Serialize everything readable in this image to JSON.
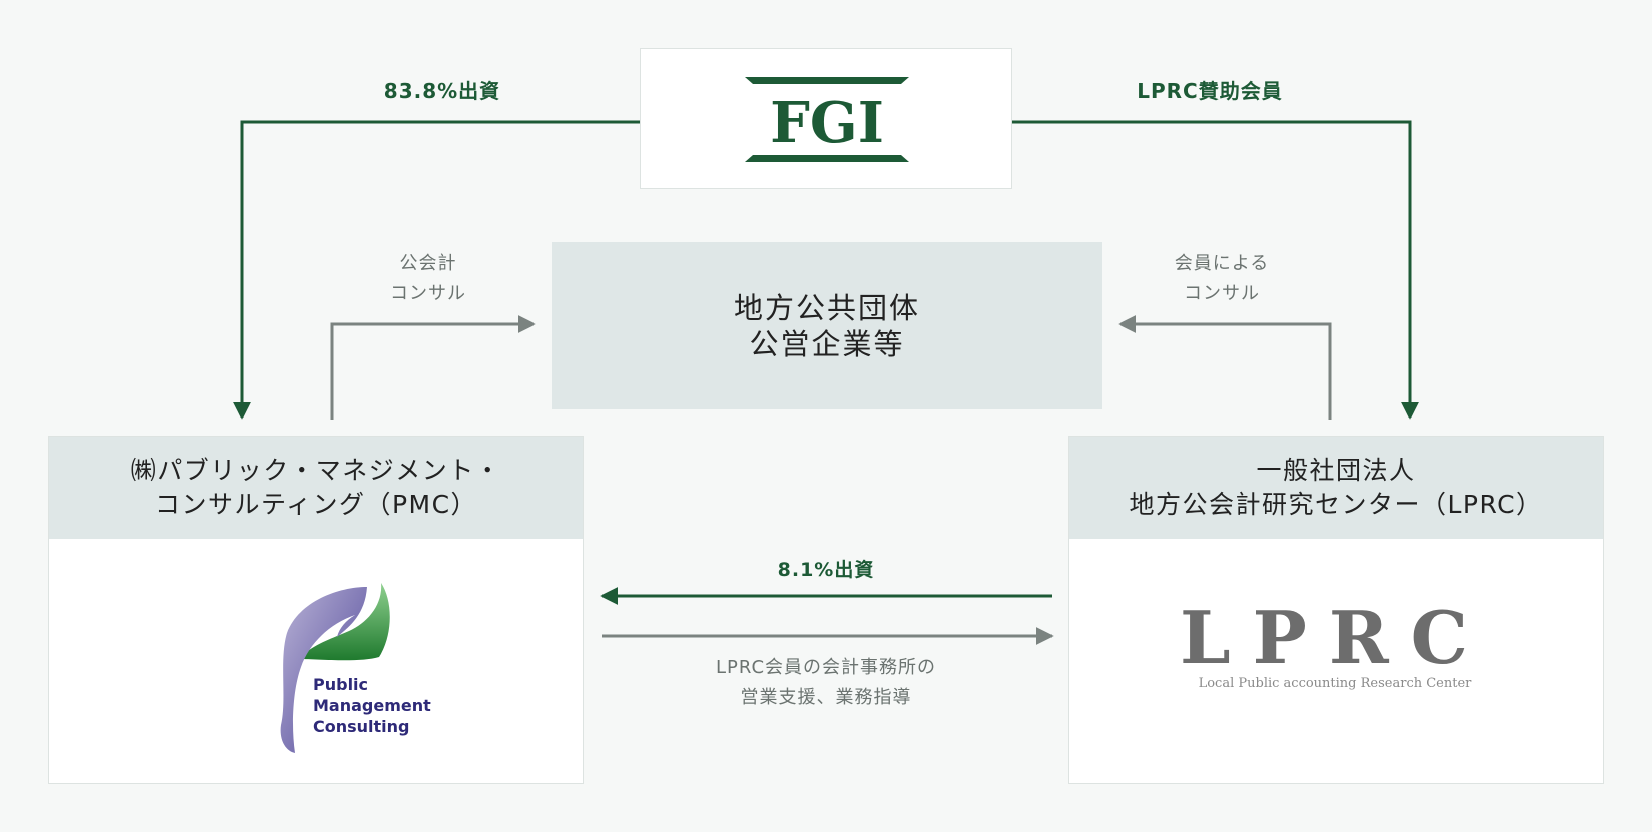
{
  "colors": {
    "green": "#1d5a36",
    "gray": "#7b8380",
    "panel": "#dfe7e7",
    "background": "#f6f8f7"
  },
  "fgi": {
    "logo_text": "FGI"
  },
  "center": {
    "line1": "地方公共団体",
    "line2": "公営企業等"
  },
  "pmc": {
    "name_line1": "㈱パブリック・マネジメント・",
    "name_line2": "コンサルティング（PMC）",
    "logo_text": [
      "Public",
      "Management",
      "Consulting"
    ]
  },
  "lprc": {
    "name_line1": "一般社団法人",
    "name_line2": "地方公会計研究センター（LPRC）",
    "logo_text": "LPRC",
    "logo_subtext": "Local Public accounting Research Center"
  },
  "edges": {
    "fgi_to_pmc": "83.8%出資",
    "fgi_to_lprc": "LPRC賛助会員",
    "pmc_to_center": [
      "公会計",
      "コンサル"
    ],
    "lprc_to_center": [
      "会員による",
      "コンサル"
    ],
    "lprc_to_pmc": "8.1%出資",
    "pmc_to_lprc": [
      "LPRC会員の会計事務所の",
      "営業支援、業務指導"
    ]
  }
}
